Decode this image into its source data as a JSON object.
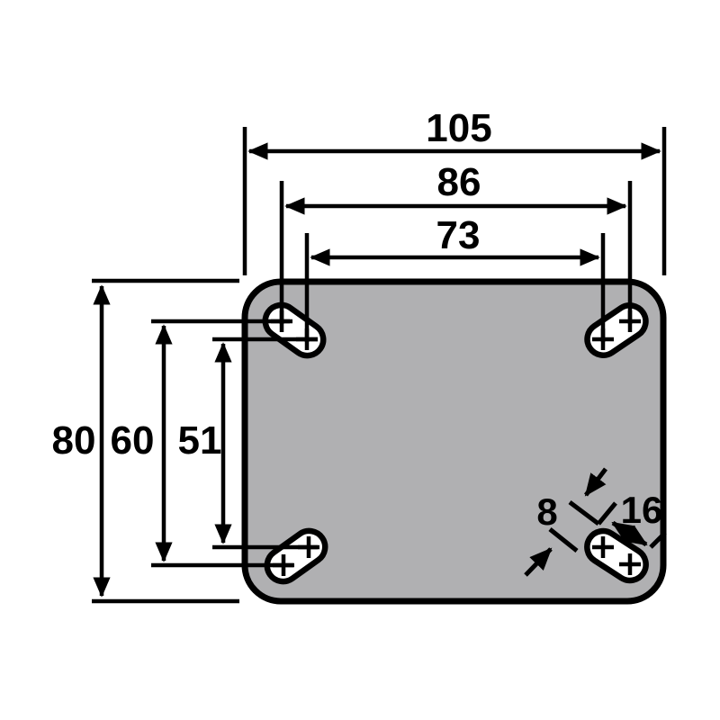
{
  "diagram": {
    "type": "technical-dimension-drawing",
    "subject": "caster-mounting-plate-with-four-slotted-holes",
    "colors": {
      "background": "#ffffff",
      "plate_fill": "#b0b0b2",
      "line": "#000000",
      "slot_fill": "#ffffff"
    },
    "dims": {
      "overall_width": "105",
      "hole_spacing_wide": "86",
      "hole_spacing_narrow": "73",
      "overall_height": "80",
      "hole_spacing_tall": "60",
      "hole_spacing_short": "51",
      "slot_width": "8",
      "slot_length": "16"
    }
  }
}
